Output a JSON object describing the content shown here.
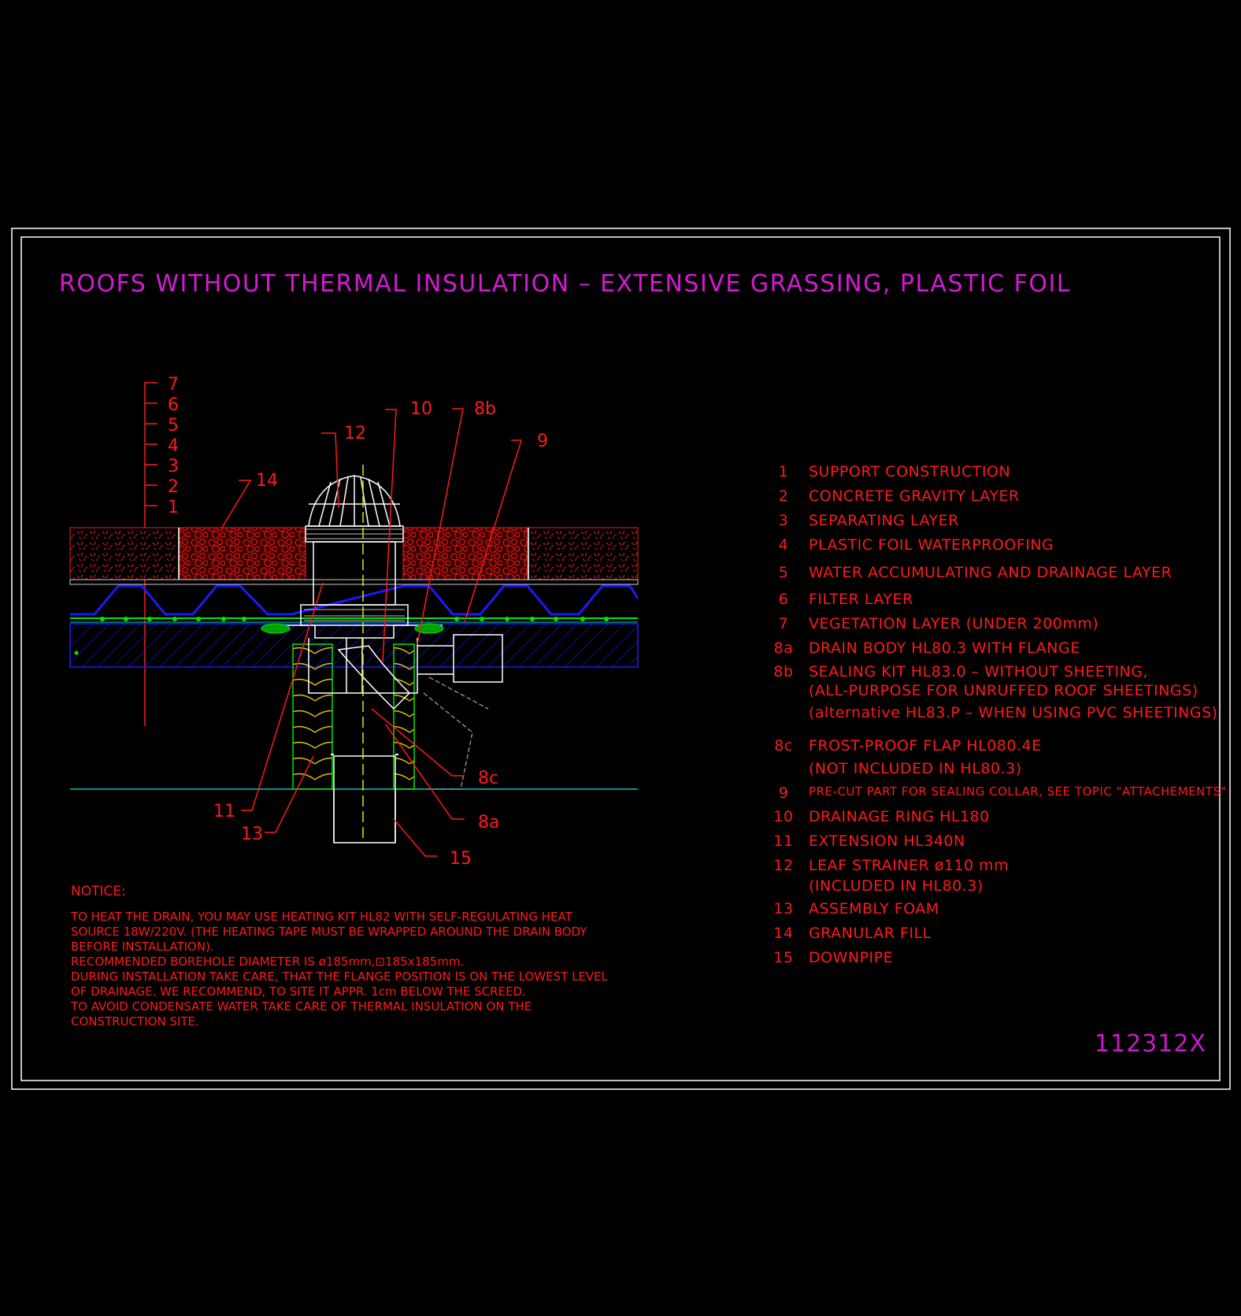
{
  "title": "ROOFS WITHOUT THERMAL INSULATION – EXTENSIVE GRASSING, PLASTIC FOIL",
  "drawing_code": "112312X",
  "colors": {
    "background": "#000000",
    "frame": "#ffffff",
    "title": "#d41ad4",
    "text": "#ff1a1a",
    "substrate_blue": "#1a1aff",
    "cyan_line": "#00c8c8",
    "drain_white": "#ffffff",
    "insulation_yellow": "#e6e600",
    "filter_green": "#00e600"
  },
  "layer_scale": [
    "7",
    "6",
    "5",
    "4",
    "3",
    "2",
    "1"
  ],
  "callouts": [
    "12",
    "10",
    "8b",
    "9",
    "14",
    "11",
    "13",
    "8c",
    "8a",
    "15"
  ],
  "legend": [
    {
      "num": "1",
      "label": "SUPPORT CONSTRUCTION"
    },
    {
      "num": "2",
      "label": "CONCRETE GRAVITY LAYER"
    },
    {
      "num": "3",
      "label": "SEPARATING LAYER"
    },
    {
      "num": "4",
      "label": "PLASTIC FOIL WATERPROOFING"
    },
    {
      "num": "5",
      "label": "WATER ACCUMULATING AND DRAINAGE LAYER"
    },
    {
      "num": "6",
      "label": "FILTER LAYER"
    },
    {
      "num": "7",
      "label": "VEGETATION LAYER (UNDER 200mm)"
    },
    {
      "num": "8a",
      "label": "DRAIN BODY HL80.3 WITH FLANGE"
    },
    {
      "num": "8b",
      "label": "SEALING KIT HL83.0 – WITHOUT SHEETING,",
      "line2": "(ALL-PURPOSE FOR UNRUFFED ROOF SHEETINGS)",
      "line3": "(alternative HL83.P – WHEN USING PVC SHEETINGS)"
    },
    {
      "num": "8c",
      "label": "FROST-PROOF FLAP HL080.4E",
      "line2": "(NOT INCLUDED IN HL80.3)"
    },
    {
      "num": "9",
      "label": "PRE-CUT PART FOR SEALING COLLAR, SEE TOPIC \"ATTACHEMENTS\""
    },
    {
      "num": "10",
      "label": "DRAINAGE RING HL180"
    },
    {
      "num": "11",
      "label": "EXTENSION HL340N"
    },
    {
      "num": "12",
      "label": "LEAF STRAINER ø110 mm",
      "line2": "(INCLUDED IN HL80.3)"
    },
    {
      "num": "13",
      "label": "ASSEMBLY FOAM"
    },
    {
      "num": "14",
      "label": "GRANULAR FILL"
    },
    {
      "num": "15",
      "label": "DOWNPIPE"
    }
  ],
  "notice": {
    "heading": "NOTICE:",
    "lines": [
      "TO HEAT THE DRAIN, YOU MAY USE HEATING KIT HL82 WITH SELF-REGULATING HEAT",
      "SOURCE 18W/220V. (THE HEATING TAPE MUST BE WRAPPED AROUND THE DRAIN BODY",
      "BEFORE INSTALLATION).",
      "RECOMMENDED BOREHOLE DIAMETER IS ø185mm,⊡185x185mm.",
      "DURING INSTALLATION TAKE CARE, THAT THE FLANGE POSITION IS ON THE LOWEST LEVEL",
      "OF DRAINAGE. WE RECOMMEND, TO SITE IT APPR. 1cm BELOW THE SCREED.",
      "TO AVOID CONDENSATE WATER TAKE CARE OF THERMAL INSULATION ON THE",
      "CONSTRUCTION SITE."
    ]
  }
}
